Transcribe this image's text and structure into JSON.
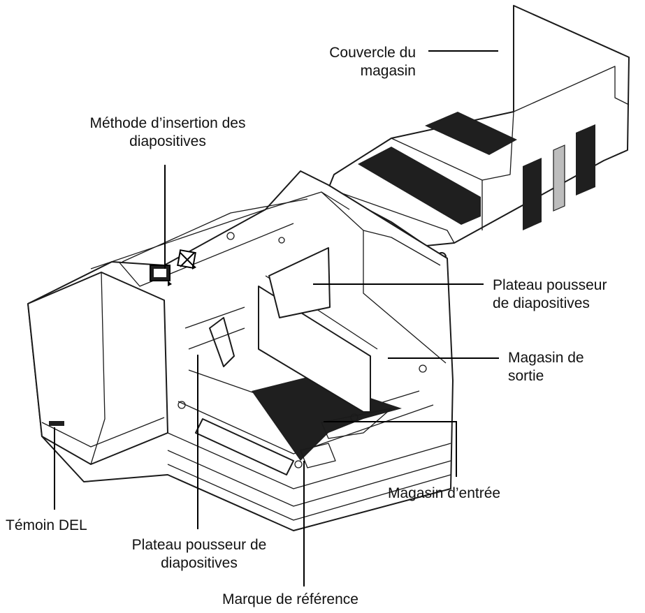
{
  "labels": {
    "couvercle": [
      "Couvercle du",
      "magasin"
    ],
    "methode": [
      "Méthode d’insertion des",
      "diapositives"
    ],
    "plateau_right": [
      "Plateau pousseur",
      "de diapositives"
    ],
    "magasin_sortie": [
      "Magasin de",
      "sortie"
    ],
    "magasin_entree": "Magasin d’entrée",
    "temoin": "Témoin DEL",
    "plateau_bottom": [
      "Plateau pousseur de",
      "diapositives"
    ],
    "marque": "Marque de référence"
  },
  "colors": {
    "line": "#000000",
    "body": "#ffffff",
    "dark_part": "#1f1f1f",
    "mid_part": "#bdbdbd"
  }
}
